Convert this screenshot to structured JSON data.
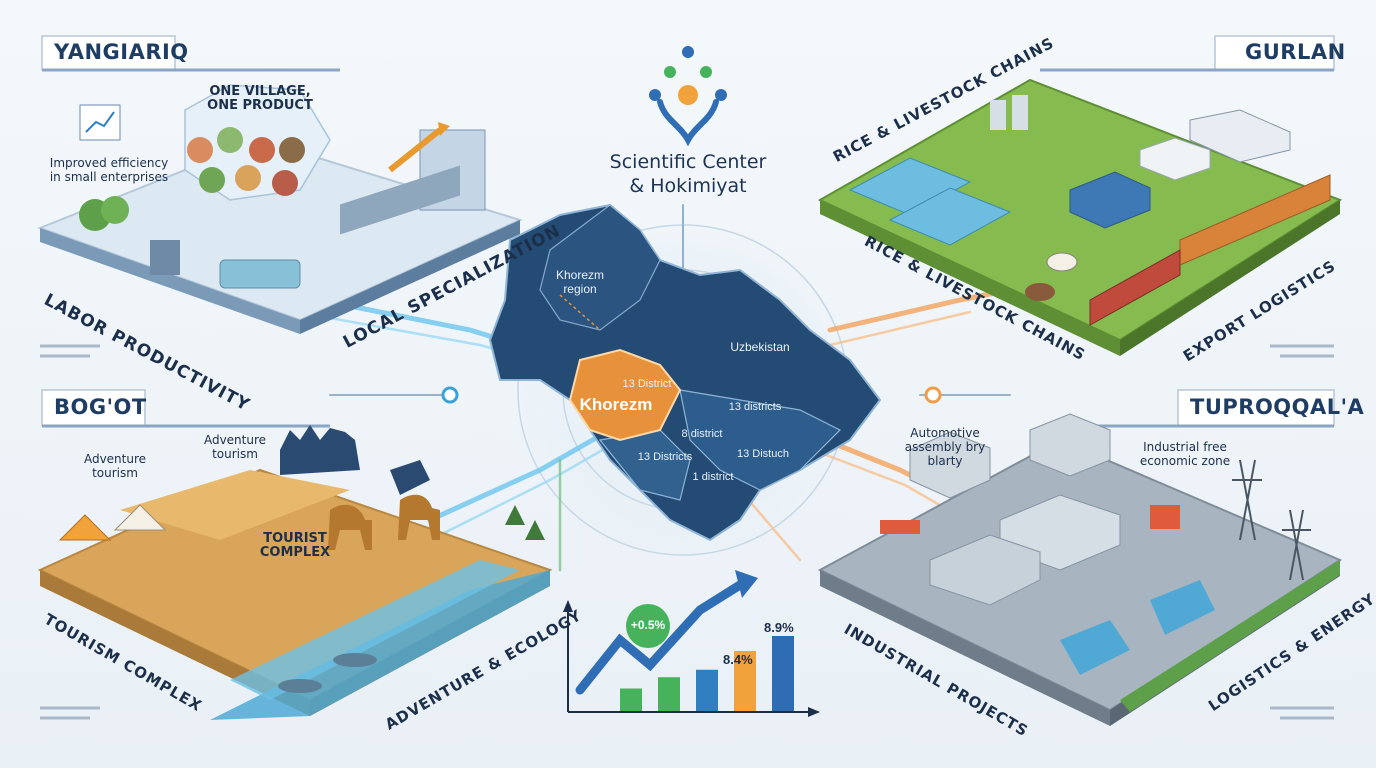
{
  "header": {
    "title_line1": "Scientific Center",
    "title_line2": "& Hokimiyat"
  },
  "regions": {
    "yangiariq": {
      "title": "YANGIARIQ",
      "callout_title_line1": "ONE VILLAGE,",
      "callout_title_line2": "ONE PRODUCT",
      "note_line1": "Improved efficiency",
      "note_line2": "in small enterprises",
      "label_left": "LABOR PRODUCTIVITY",
      "label_right": "LOCAL SPECIALIZATION"
    },
    "gurlan": {
      "title": "GURLAN",
      "label_top": "RICE & LIVESTOCK CHAINS",
      "label_mid": "RICE & LIVESTOCK CHAINS",
      "label_right": "EXPORT LOGISTICS"
    },
    "bogot": {
      "title": "BOG'OT",
      "note1_line1": "Adventure",
      "note1_line2": "tourism",
      "note2_line1": "Adventure",
      "note2_line2": "tourism",
      "complex_line1": "TOURIST",
      "complex_line2": "COMPLEX",
      "label_left": "TOURISM COMPLEX",
      "label_right": "ADVENTURE & ECOLOGY"
    },
    "tuproqqala": {
      "title": "TUPROQQAL'A",
      "note1_line1": "Automotive",
      "note1_line2": "assembly bry",
      "note1_line3": "blarty",
      "note2_line1": "Industrial free",
      "note2_line2": "economic zone",
      "label_left": "INDUSTRIAL PROJECTS",
      "label_right": "LOGISTICS & ENERGY"
    }
  },
  "map": {
    "region_line1": "Khorezm",
    "region_line2": "region",
    "country": "Uzbekistan",
    "highlight": "Khorezm",
    "d1": "13 District",
    "d2": "13 districts",
    "d3": "8 district",
    "d4": "13 Districts",
    "d5": "13 Distuch",
    "d6": "1 district"
  },
  "chart_data": {
    "type": "bar",
    "title": "",
    "xlabel": "",
    "ylabel": "",
    "values": [
      0.3,
      0.45,
      0.55,
      0.8,
      1.0
    ],
    "bar_colors": [
      "#46b35c",
      "#46b35c",
      "#2f7fc1",
      "#f2a23a",
      "#2e6db4"
    ],
    "labels": {
      "growth": "+0.5%",
      "val1": "8.4%",
      "val2": "8.9%"
    }
  },
  "colors": {
    "accent_blue": "#2f6db4",
    "map_dark": "#244b74",
    "khorezm_orange": "#e7913a",
    "field_green": "#6fae3f",
    "sand": "#d9a55a",
    "water": "#4fa9d4"
  },
  "icons": {
    "logo": "people-network-icon"
  }
}
